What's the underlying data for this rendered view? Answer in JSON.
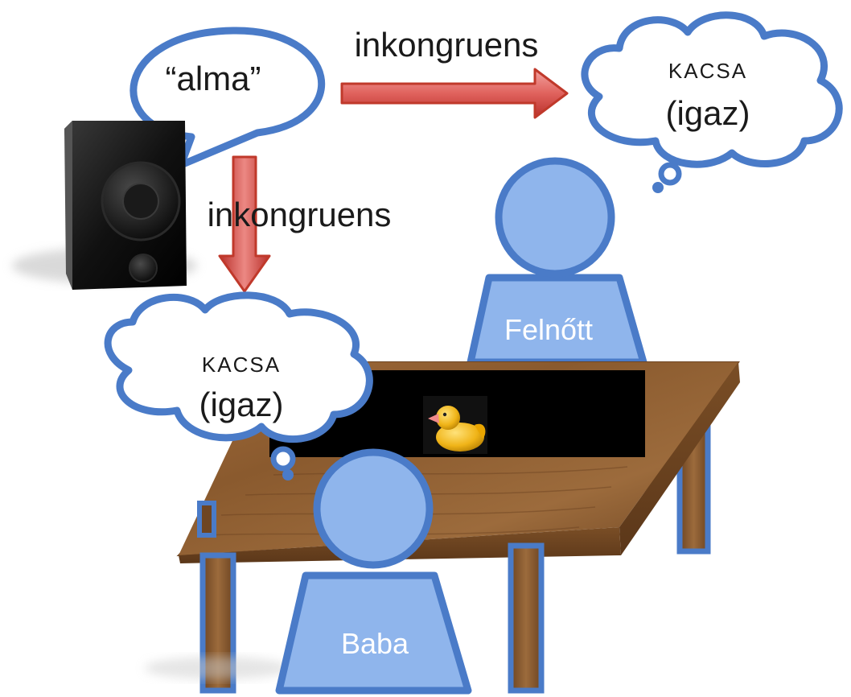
{
  "speech_bubble": {
    "text": "“alma”"
  },
  "arrow_right": {
    "label": "inkongruens"
  },
  "arrow_down": {
    "label": "inkongruens"
  },
  "adult_thought": {
    "line1": "KACSA",
    "line2": "(igaz)"
  },
  "baby_thought": {
    "line1": "KACSA",
    "line2": "(igaz)"
  },
  "adult": {
    "label": "Felnőtt"
  },
  "baby": {
    "label": "Baba"
  },
  "colors": {
    "person_fill": "#8fb5ec",
    "person_stroke": "#4a7bc8",
    "bubble_stroke": "#4a7bc8",
    "arrow_fill": "#d9534f",
    "wood": "#8b5a2b",
    "screen": "#000000"
  },
  "icons": {
    "speaker": "loudspeaker-icon",
    "toy": "rubber-duck-icon"
  }
}
